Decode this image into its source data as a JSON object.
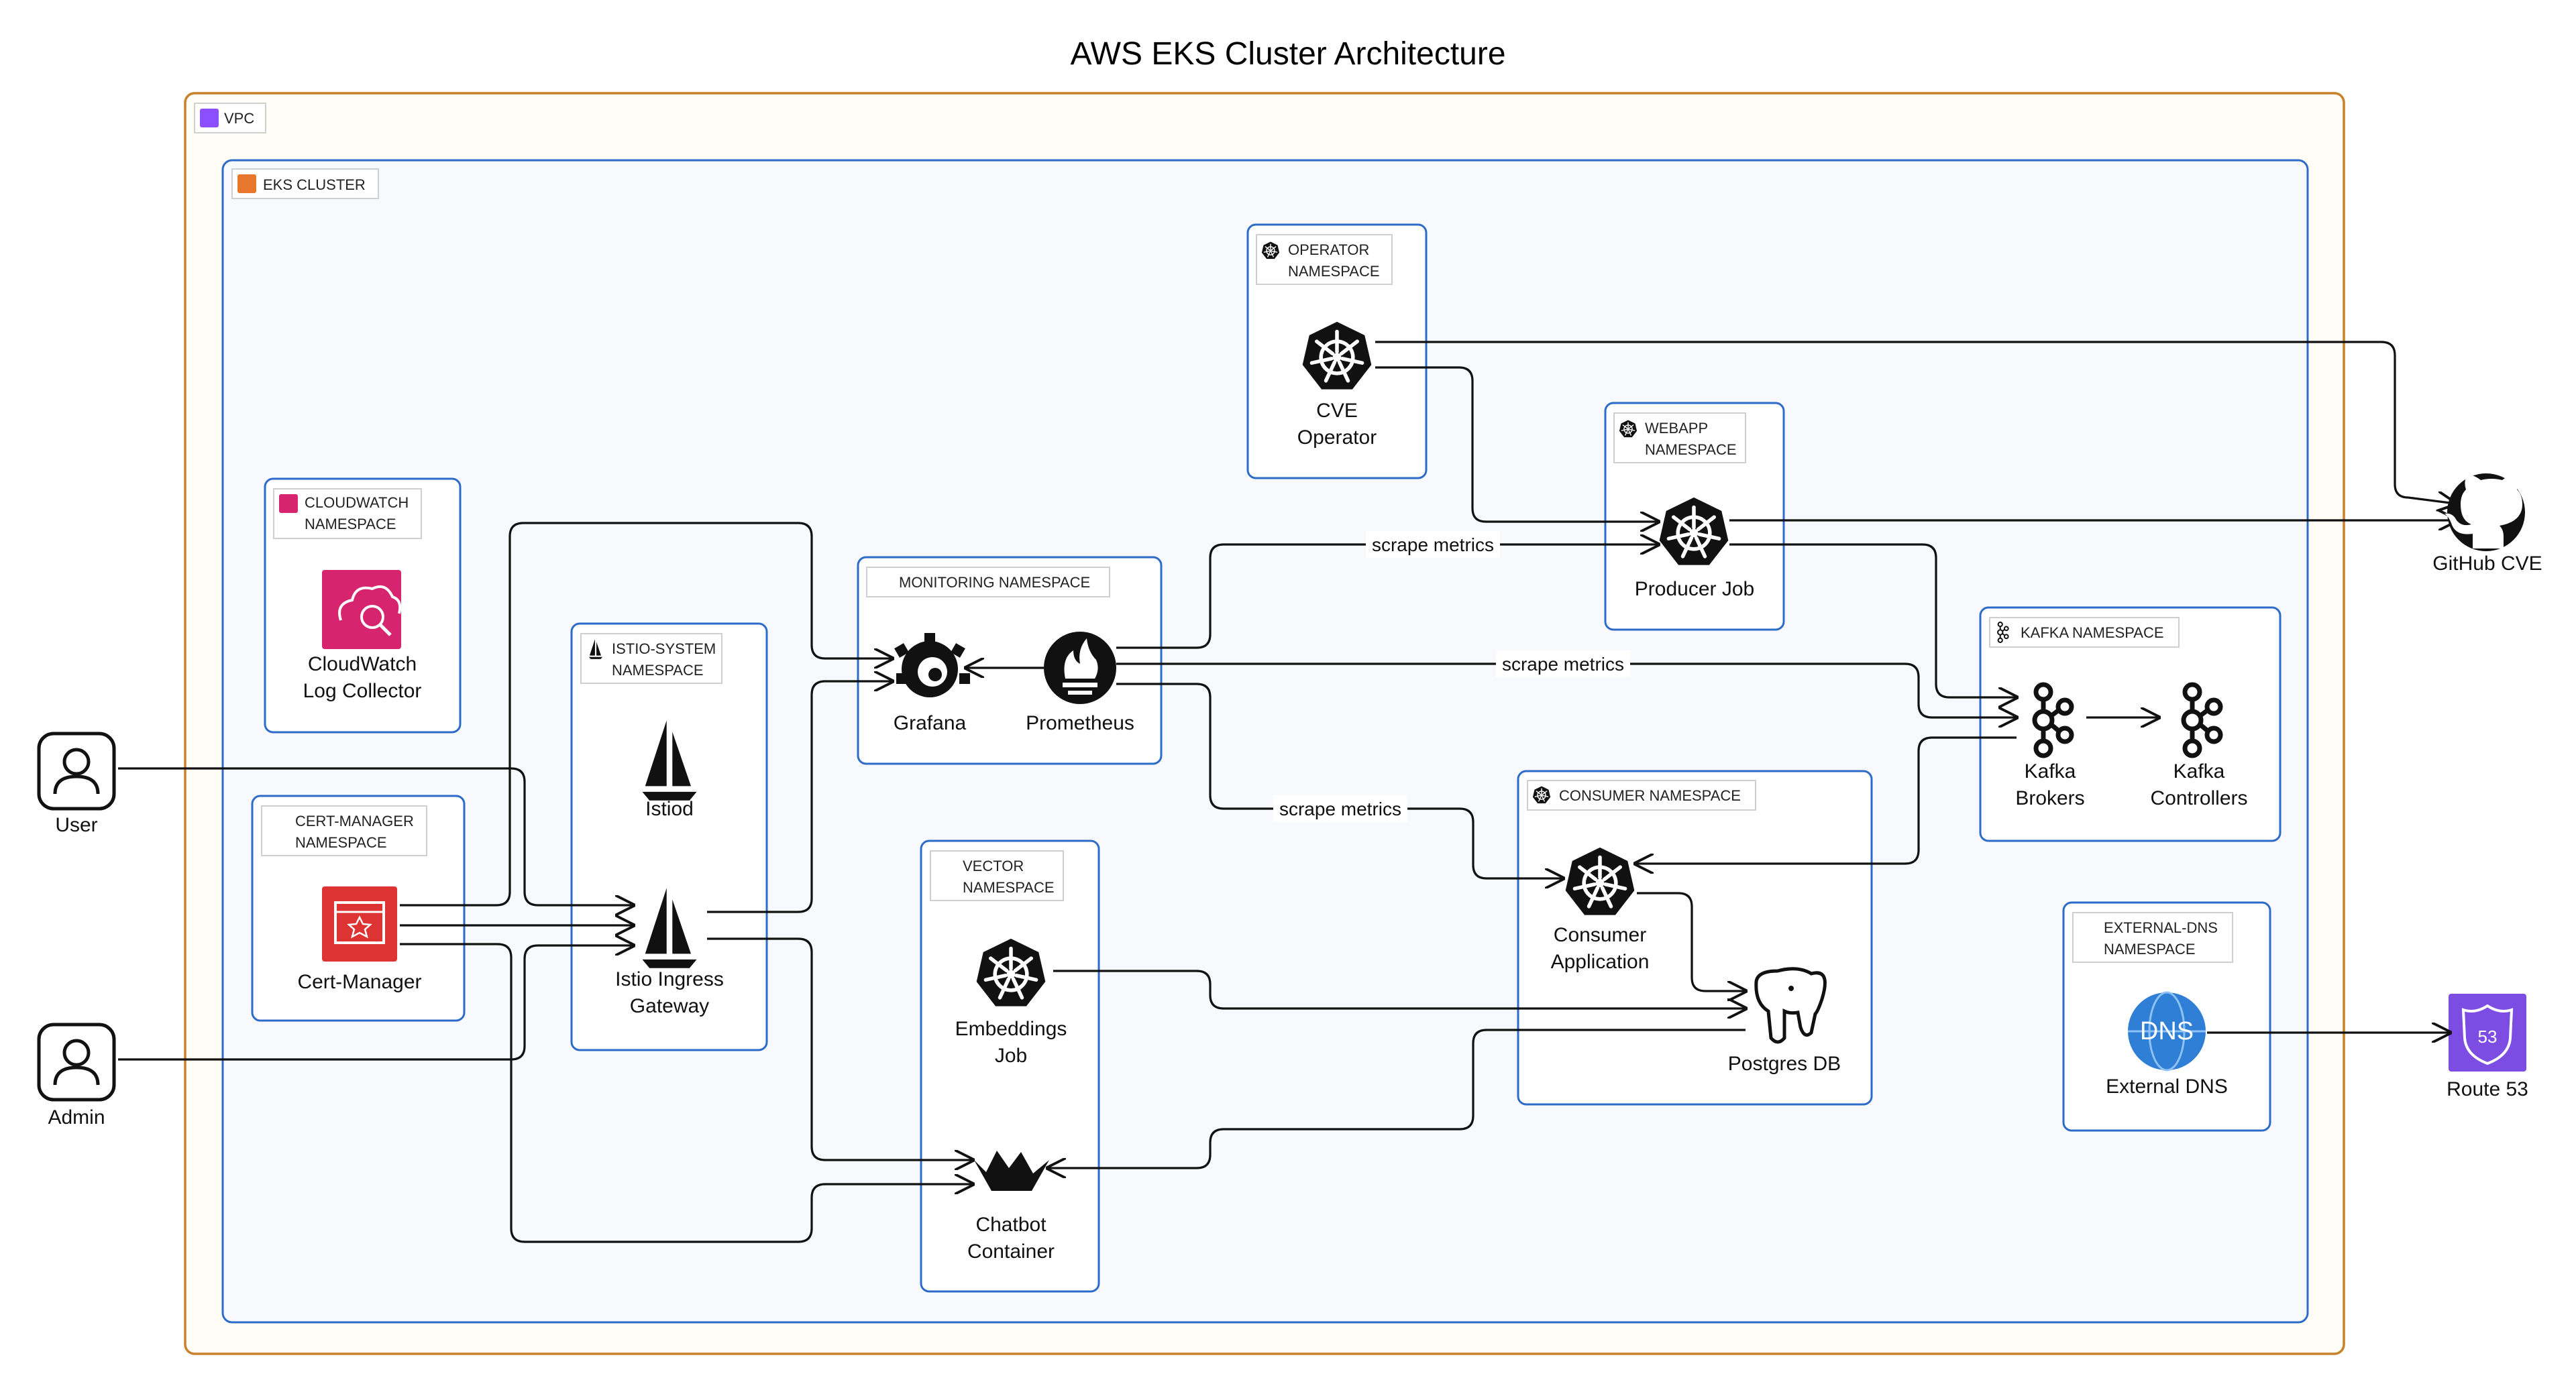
{
  "title": "AWS EKS Cluster Architecture",
  "groups": {
    "vpc": "VPC",
    "eks": "EKS CLUSTER",
    "operator": [
      "OPERATOR",
      "NAMESPACE"
    ],
    "webapp": [
      "WEBAPP",
      "NAMESPACE"
    ],
    "cloudwatch": [
      "CLOUDWATCH",
      "NAMESPACE"
    ],
    "monitoring": "MONITORING NAMESPACE",
    "istio": [
      "ISTIO-SYSTEM",
      "NAMESPACE"
    ],
    "certmanager": [
      "CERT-MANAGER",
      "NAMESPACE"
    ],
    "vector": [
      "VECTOR",
      "NAMESPACE"
    ],
    "consumer": "CONSUMER NAMESPACE",
    "kafka": "KAFKA NAMESPACE",
    "externaldns": [
      "EXTERNAL-DNS",
      "NAMESPACE"
    ]
  },
  "nodes": {
    "cve_operator": [
      "CVE",
      "Operator"
    ],
    "producer_job": [
      "Producer Job"
    ],
    "cloudwatch": [
      "CloudWatch",
      "Log Collector"
    ],
    "grafana": [
      "Grafana"
    ],
    "prometheus": [
      "Prometheus"
    ],
    "istiod": [
      "Istiod"
    ],
    "istio_gateway": [
      "Istio Ingress",
      "Gateway"
    ],
    "cert_manager": [
      "Cert-Manager"
    ],
    "embeddings_job": [
      "Embeddings",
      "Job"
    ],
    "chatbot": [
      "Chatbot",
      "Container"
    ],
    "consumer_app": [
      "Consumer",
      "Application"
    ],
    "postgres": [
      "Postgres DB"
    ],
    "kafka_brokers": [
      "Kafka",
      "Brokers"
    ],
    "kafka_controllers": [
      "Kafka",
      "Controllers"
    ],
    "external_dns": [
      "External DNS"
    ],
    "github": [
      "GitHub CVE"
    ],
    "route53": [
      "Route 53"
    ],
    "user": [
      "User"
    ],
    "admin": [
      "Admin"
    ]
  },
  "edge_labels": {
    "scrape_webapp": "scrape metrics",
    "scrape_kafka": "scrape metrics",
    "scrape_consumer": "scrape metrics"
  },
  "icon_text": {
    "dns": "DNS",
    "route53": "53"
  },
  "colors": {
    "vpc_border": "#c8812b",
    "vpc_fill": "#fffdf6",
    "eks_border": "#2d6bc9",
    "eks_fill": "#f7f9fd",
    "ns_border": "#2d6bc9",
    "cloudwatch": "#d6246e",
    "cert_manager": "#dd3333",
    "vpc_badge": "#8c4fff",
    "eks_badge": "#e8772e",
    "dns": "#2f7fd6",
    "route53": "#7d4ce3",
    "ink": "#111111"
  }
}
